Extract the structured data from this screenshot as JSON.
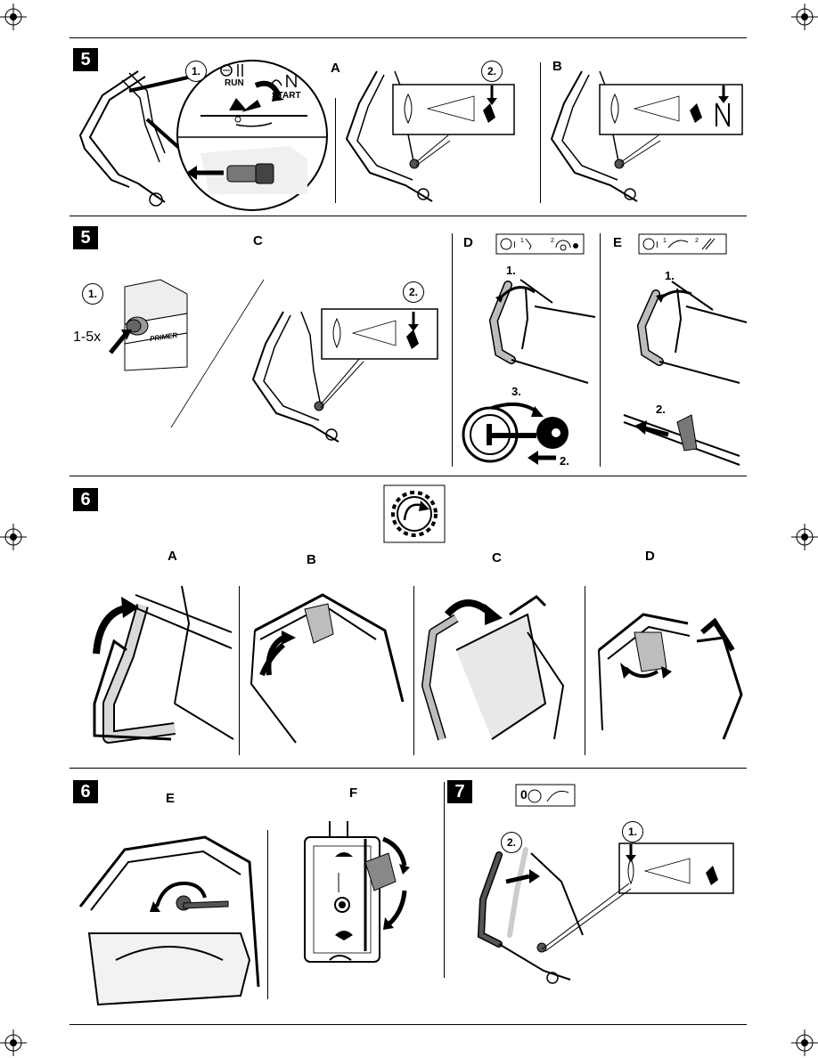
{
  "sections": {
    "s5_top": "5",
    "s5_bottom": "5",
    "s6_top": "6",
    "s6_bottom": "6",
    "s7": "7"
  },
  "panel_labels": {
    "top_A": "A",
    "top_B": "B",
    "mid_C": "C",
    "mid_D": "D",
    "mid_E": "E",
    "s6_A": "A",
    "s6_B": "B",
    "s6_C": "C",
    "s6_D": "D",
    "s6_E": "E",
    "s6_F": "F"
  },
  "steps": {
    "top_1": "1.",
    "top_2": "2.",
    "mid_1": "1.",
    "mid_2": "2.",
    "D_1": "1.",
    "D_2": "2.",
    "D_3": "3.",
    "E_1": "1.",
    "E_2": "2.",
    "s7_1": "1.",
    "s7_2": "2."
  },
  "texts": {
    "run": "RUN",
    "start": "START",
    "primer": "PRIMER",
    "primer_presses": "1-5x",
    "stop_zero": "0"
  },
  "colors": {
    "handle_gray": "#bdbdbd",
    "light_gray": "#d9d9d9",
    "line": "#000000"
  }
}
